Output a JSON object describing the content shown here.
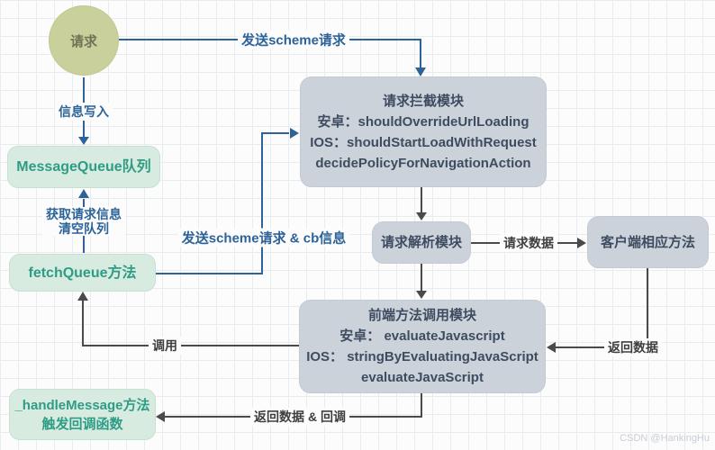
{
  "canvas": {
    "watermark": "CSDN @HankingHu"
  },
  "colors": {
    "edge_blue": "#2d6397",
    "edge_dark": "#4a4a4a",
    "circle_fill": "#c9d09c",
    "circle_text": "#6f7454",
    "green_box_fill": "#d7ebe1",
    "green_box_text": "#2f9c85",
    "gray_box_fill": "#ccd2d9",
    "gray_box_text": "#3e4c61",
    "background": "#fcfcfd"
  },
  "nodes": {
    "request": {
      "label": "请求"
    },
    "intercept": {
      "title": "请求拦截模块",
      "line1": "安卓：shouldOverrideUrlLoading",
      "line2": "IOS：shouldStartLoadWithRequest",
      "line3": "decidePolicyForNavigationAction"
    },
    "message_queue": {
      "label": "MessageQueue队列"
    },
    "fetch_queue": {
      "label": "fetchQueue方法"
    },
    "parse": {
      "label": "请求解析模块"
    },
    "client": {
      "label": "客户端相应方法"
    },
    "frontend": {
      "title": "前端方法调用模块",
      "line1": "安卓： evaluateJavascript",
      "line2": "IOS： stringByEvaluatingJavaScript",
      "line3": "evaluateJavaScript"
    },
    "handle_message": {
      "line1": "_handleMessage方法",
      "line2": "触发回调函数"
    }
  },
  "edges": {
    "send_scheme": "发送scheme请求",
    "write_info": "信息写入",
    "fetch_info_1": "获取请求信息",
    "fetch_info_2": "清空队列",
    "send_scheme_cb": "发送scheme请求 & cb信息",
    "request_data": "请求数据",
    "return_data": "返回数据",
    "invoke": "调用",
    "return_callback": "返回数据 & 回调"
  }
}
